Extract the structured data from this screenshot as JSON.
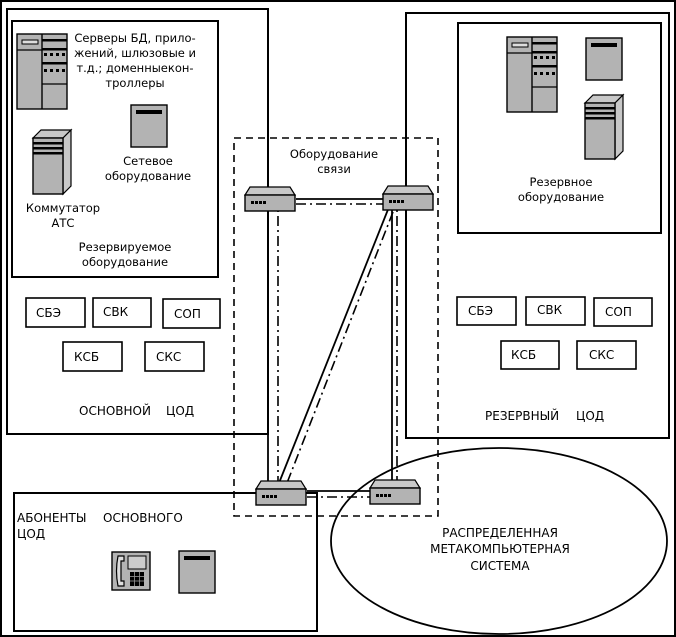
{
  "main_dc": {
    "title_1": "ОСНОВНОЙ",
    "title_2": "ЦОД",
    "reserved_group": {
      "servers_text": [
        "Серверы БД, прило-",
        "жений, шлюзовые и",
        "т.д.; доменныекон-",
        "троллеры"
      ],
      "network_text": [
        "Сетевое",
        "оборудование"
      ],
      "pbx_text": [
        "Коммутатор",
        "АТС"
      ],
      "caption": [
        "Резервируемое",
        "оборудование"
      ]
    },
    "systems": [
      "СБЭ",
      "СВК",
      "СОП",
      "КСБ",
      "СКС"
    ]
  },
  "backup_dc": {
    "title_1": "РЕЗЕРВНЫЙ",
    "title_2": "ЦОД",
    "reserve_group": {
      "caption": [
        "Резервное",
        "оборудование"
      ]
    },
    "systems": [
      "СБЭ",
      "СВК",
      "СОП",
      "КСБ",
      "СКС"
    ]
  },
  "comm": {
    "caption": [
      "Оборудование",
      "связи"
    ]
  },
  "subscribers": {
    "title_1": "АБОНЕНТЫ",
    "title_2": "ОСНОВНОГО",
    "title_3": "ЦОД"
  },
  "meta": {
    "caption": [
      "РАСПРЕДЕЛЕННАЯ",
      "МЕТАКОМПЬЮТЕРНАЯ",
      "СИСТЕМА"
    ]
  }
}
